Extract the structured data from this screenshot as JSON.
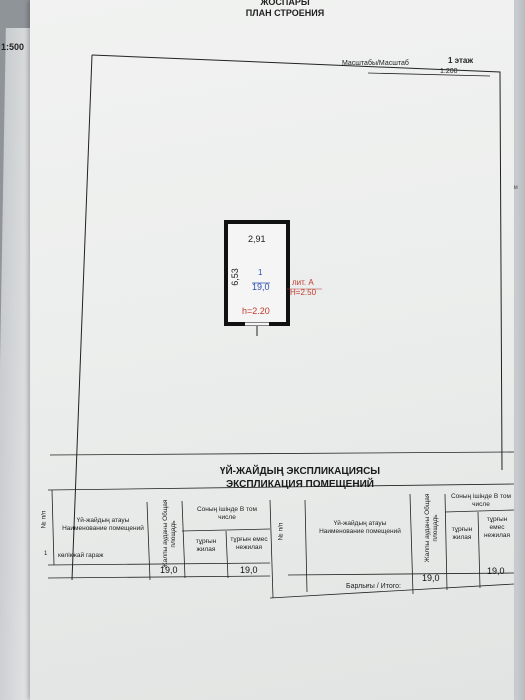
{
  "header": {
    "line1": "ЖОСПАРЫ",
    "line2": "ПЛАН СТРОЕНИЯ"
  },
  "left_edge": {
    "scale": "1:500"
  },
  "plan": {
    "scale_label": "Масштабы/Масштаб",
    "scale_value": "1:200",
    "floor": "1 этаж",
    "width_dim": "2,91",
    "height_dim": "6,53",
    "room_number": "1",
    "room_area": "19,0",
    "lit": "лит. А",
    "height_total": "H=2.50",
    "height_room": "h=2.20"
  },
  "explication": {
    "title_kz": "ҮЙ-ЖАЙДЫҢ ЭКСПЛИКАЦИЯСЫ",
    "title_ru": "ЭКСПЛИКАЦИЯ ПОМЕЩЕНИЙ",
    "col_no": "№ п/п",
    "col_name": "Үй-жайдың атауы Наименование помещений",
    "col_area": "Жалпы ауданы Общая площадь",
    "col_incl": "Соның ішінде В том числе",
    "col_living": "тұрғын жилая",
    "col_nonliving": "тұрғын емес нежилая",
    "row": {
      "no": "1",
      "name": "көлікжай гараж",
      "area": "19,0",
      "nonliving": "19,0"
    },
    "total_label": "Барлығы / Итого:",
    "total_area": "19,0",
    "total_nonliving": "19,0"
  }
}
